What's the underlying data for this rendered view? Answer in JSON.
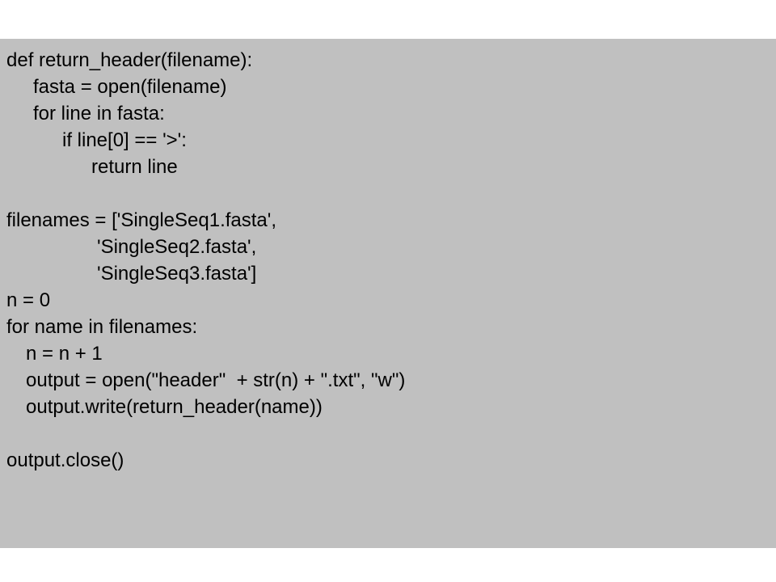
{
  "code_block": {
    "background_color": "#c0c0c0",
    "lines": [
      "def return_header(filename):",
      "    fasta = open(filename)",
      "    for line in fasta:",
      "        if line[0] == '>':",
      "            return line",
      "",
      "filenames = ['SingleSeq1.fasta',",
      "             'SingleSeq2.fasta',",
      "             'SingleSeq3.fasta']",
      "n = 0",
      "for name in filenames:",
      "   n = n + 1",
      "   output = open(\"header\"  + str(n) + \".txt\", \"w\")",
      "   output.write(return_header(name))",
      "",
      "output.close()"
    ]
  }
}
